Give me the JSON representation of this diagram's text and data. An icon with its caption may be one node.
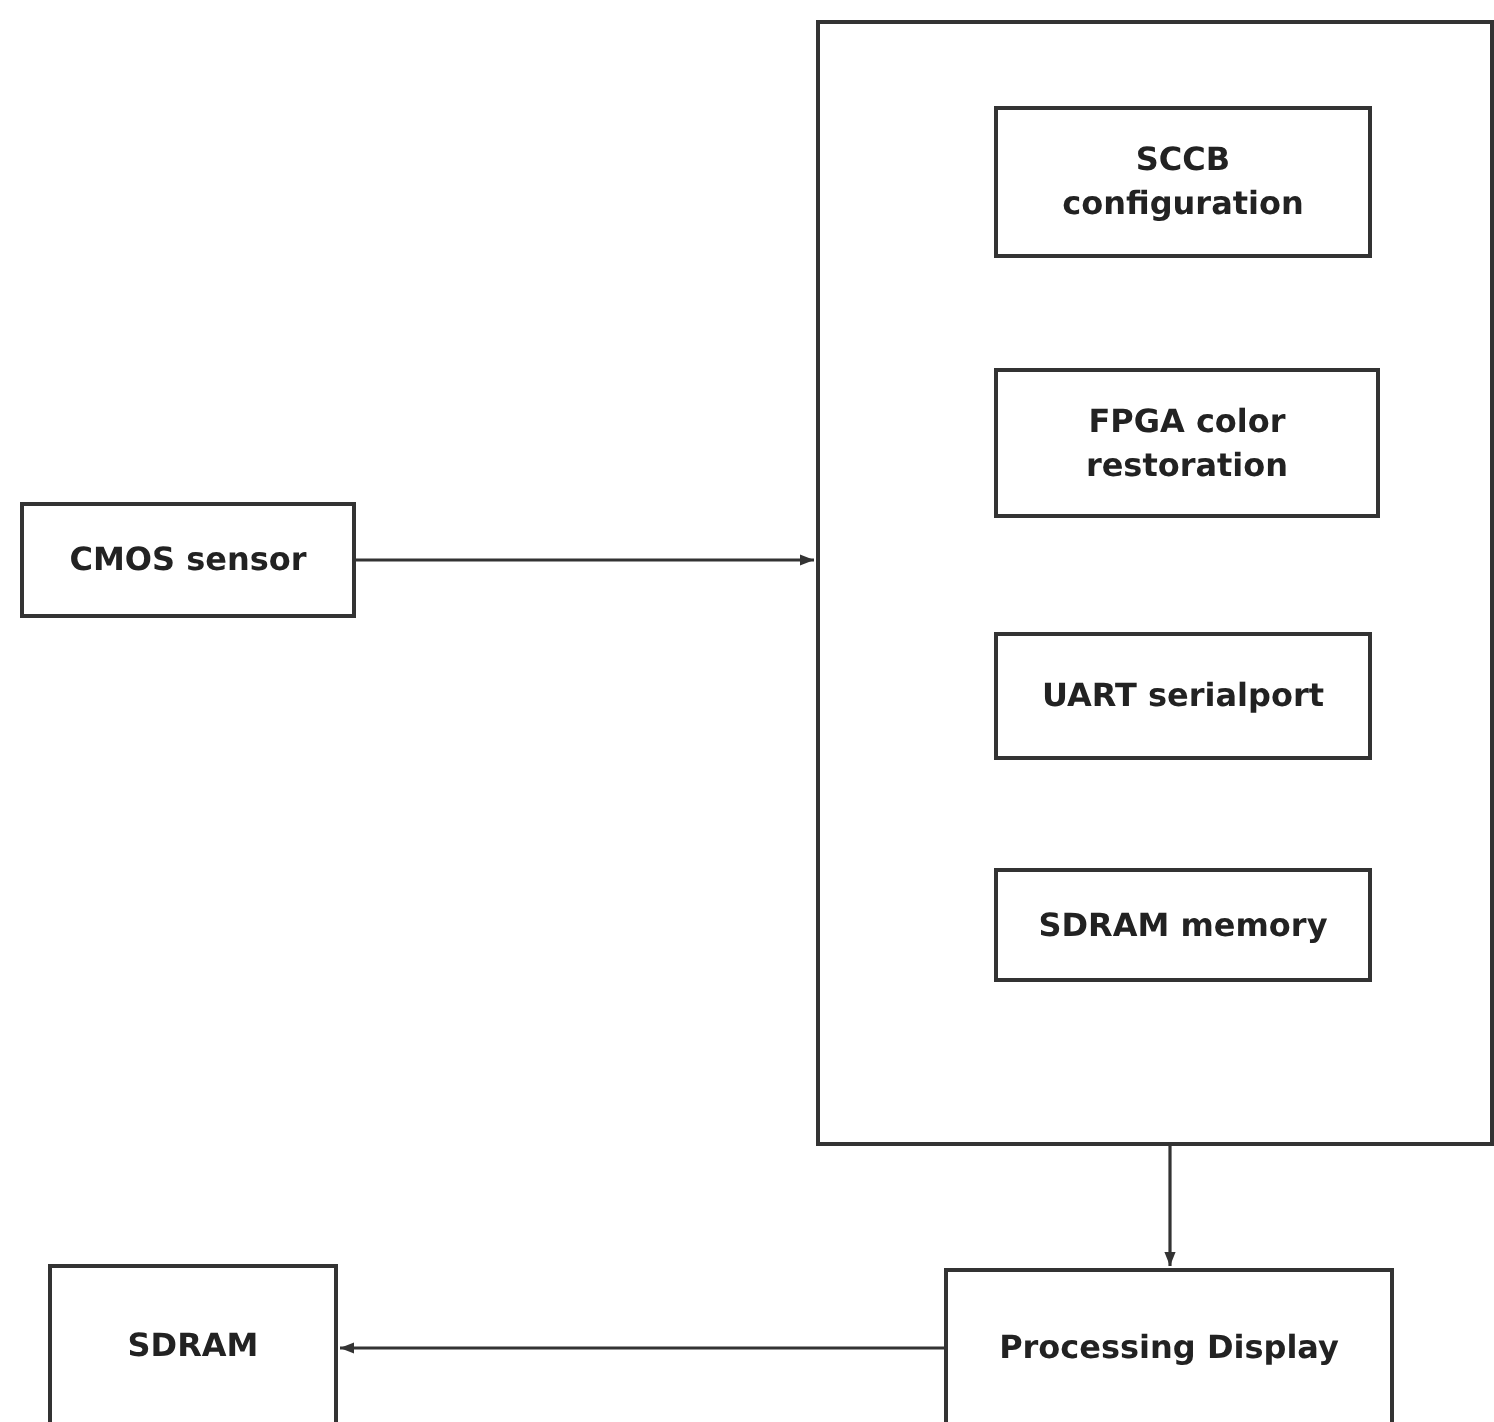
{
  "diagram": {
    "nodes": [
      {
        "text": [],
        "shape": "box"
      },
      {
        "text": [
          "SCCB configuration"
        ],
        "in": 0
      },
      {
        "text": [
          "FPGA color restoration"
        ],
        "in": 0
      },
      {
        "text": [
          "UART serialport"
        ],
        "in": 0
      },
      {
        "text": [
          "SDRAM memory"
        ],
        "in": 0
      },
      {
        "text": [
          "CMOS sensor"
        ]
      },
      {
        "text": [
          "Processing Display"
        ]
      },
      {
        "text": [
          "SDRAM"
        ]
      }
    ],
    "edges": [
      {
        "from": 5,
        "to": 0,
        "arrow": "to"
      },
      {
        "from": 0,
        "to": 6,
        "arrow": "to"
      },
      {
        "from": 6,
        "to": 7,
        "arrow": "to"
      }
    ]
  }
}
